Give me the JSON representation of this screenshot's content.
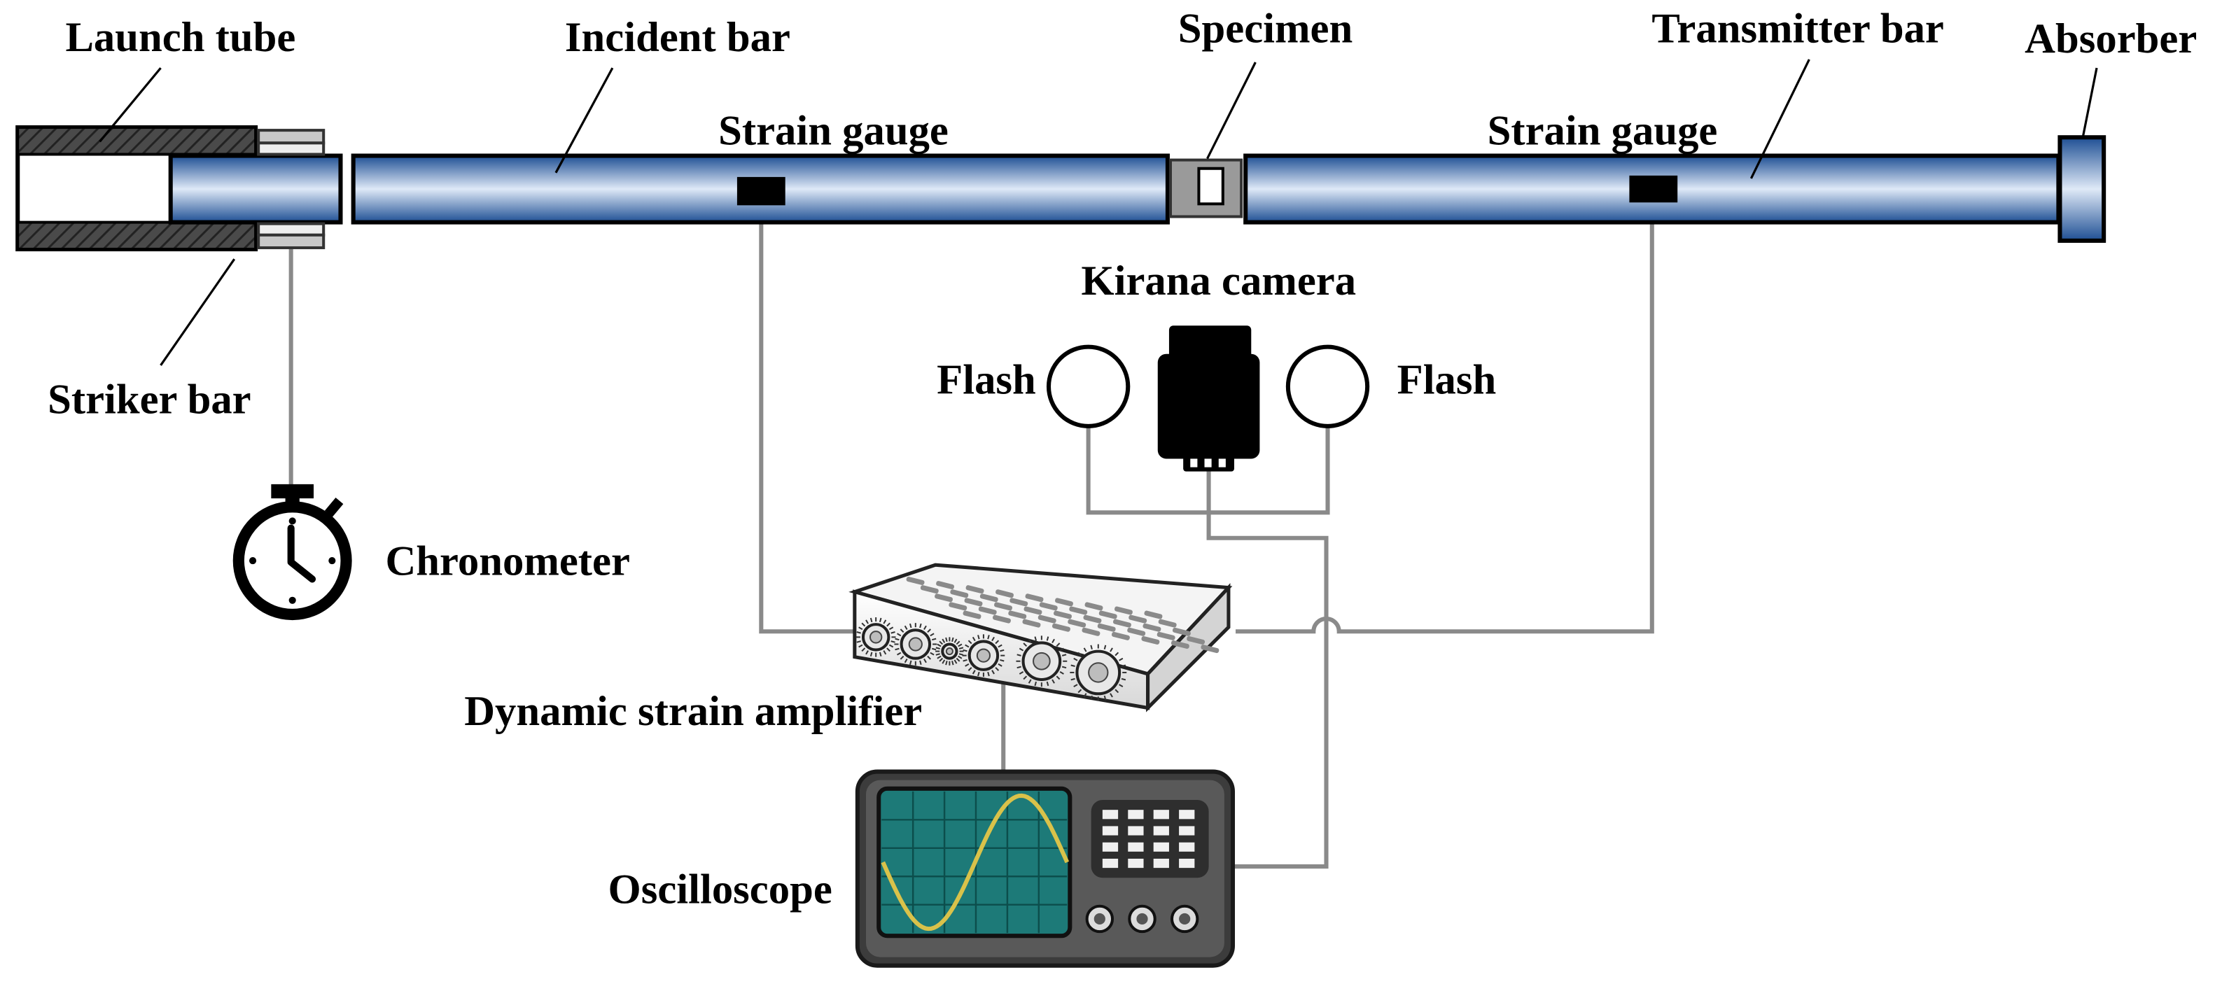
{
  "diagram": {
    "colors": {
      "bar_dark": "#2a5fa8",
      "bar_light": "#dfe9f7",
      "wire": "#8a8a8a",
      "outline": "#000000",
      "screen": "#1d7a78",
      "scope_body": "#3c3c3c",
      "waveform": "#d9c24a"
    },
    "labels": {
      "launch_tube": "Launch tube",
      "striker_bar": "Striker bar",
      "incident_bar": "Incident bar",
      "strain_gauge_incident": "Strain gauge",
      "specimen": "Specimen",
      "strain_gauge_transmitter": "Strain gauge",
      "transmitter_bar": "Transmitter bar",
      "absorber": "Absorber",
      "kirana_camera": "Kirana camera",
      "flash_left": "Flash",
      "flash_right": "Flash",
      "chronometer": "Chronometer",
      "amplifier": "Dynamic strain amplifier",
      "oscilloscope": "Oscilloscope"
    },
    "icons": {
      "chronometer": "stopwatch-icon",
      "camera": "camera-icon",
      "flash": "flash-icon",
      "amplifier": "amplifier-icon",
      "oscilloscope": "oscilloscope-icon"
    }
  }
}
